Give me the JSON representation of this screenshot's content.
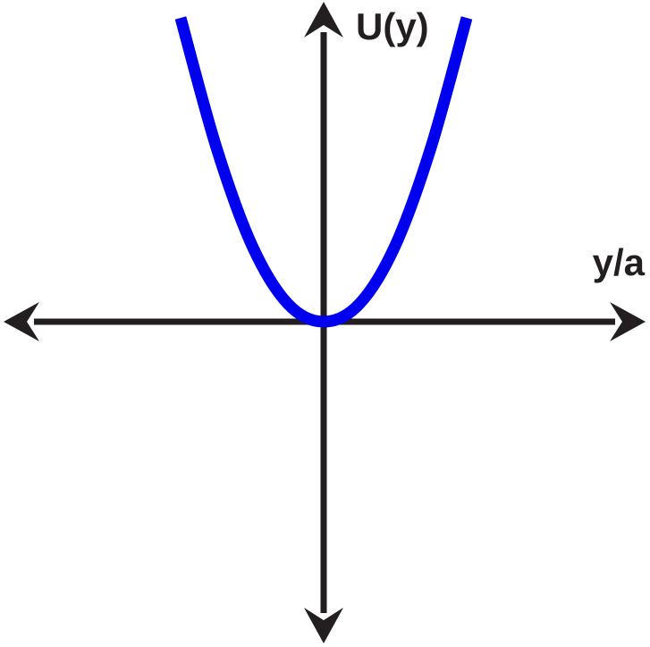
{
  "chart_data": {
    "type": "line",
    "title": "",
    "xlabel": "y/a",
    "ylabel": "U(y)",
    "grid": false,
    "legend": "none",
    "x_ticks": [],
    "y_ticks": [],
    "xlim": [
      -3.5,
      3.5
    ],
    "ylim": [
      -3.5,
      3.5
    ],
    "series": [
      {
        "x": [
          -1.6,
          -1.2,
          -0.8,
          -0.4,
          0,
          0.4,
          0.8,
          1.2,
          1.6
        ],
        "values": [
          3.4,
          1.95,
          0.85,
          0.2,
          0,
          0.2,
          0.85,
          1.95,
          3.4
        ],
        "color": "#0000ee"
      }
    ],
    "axis_color": "#231f20"
  }
}
